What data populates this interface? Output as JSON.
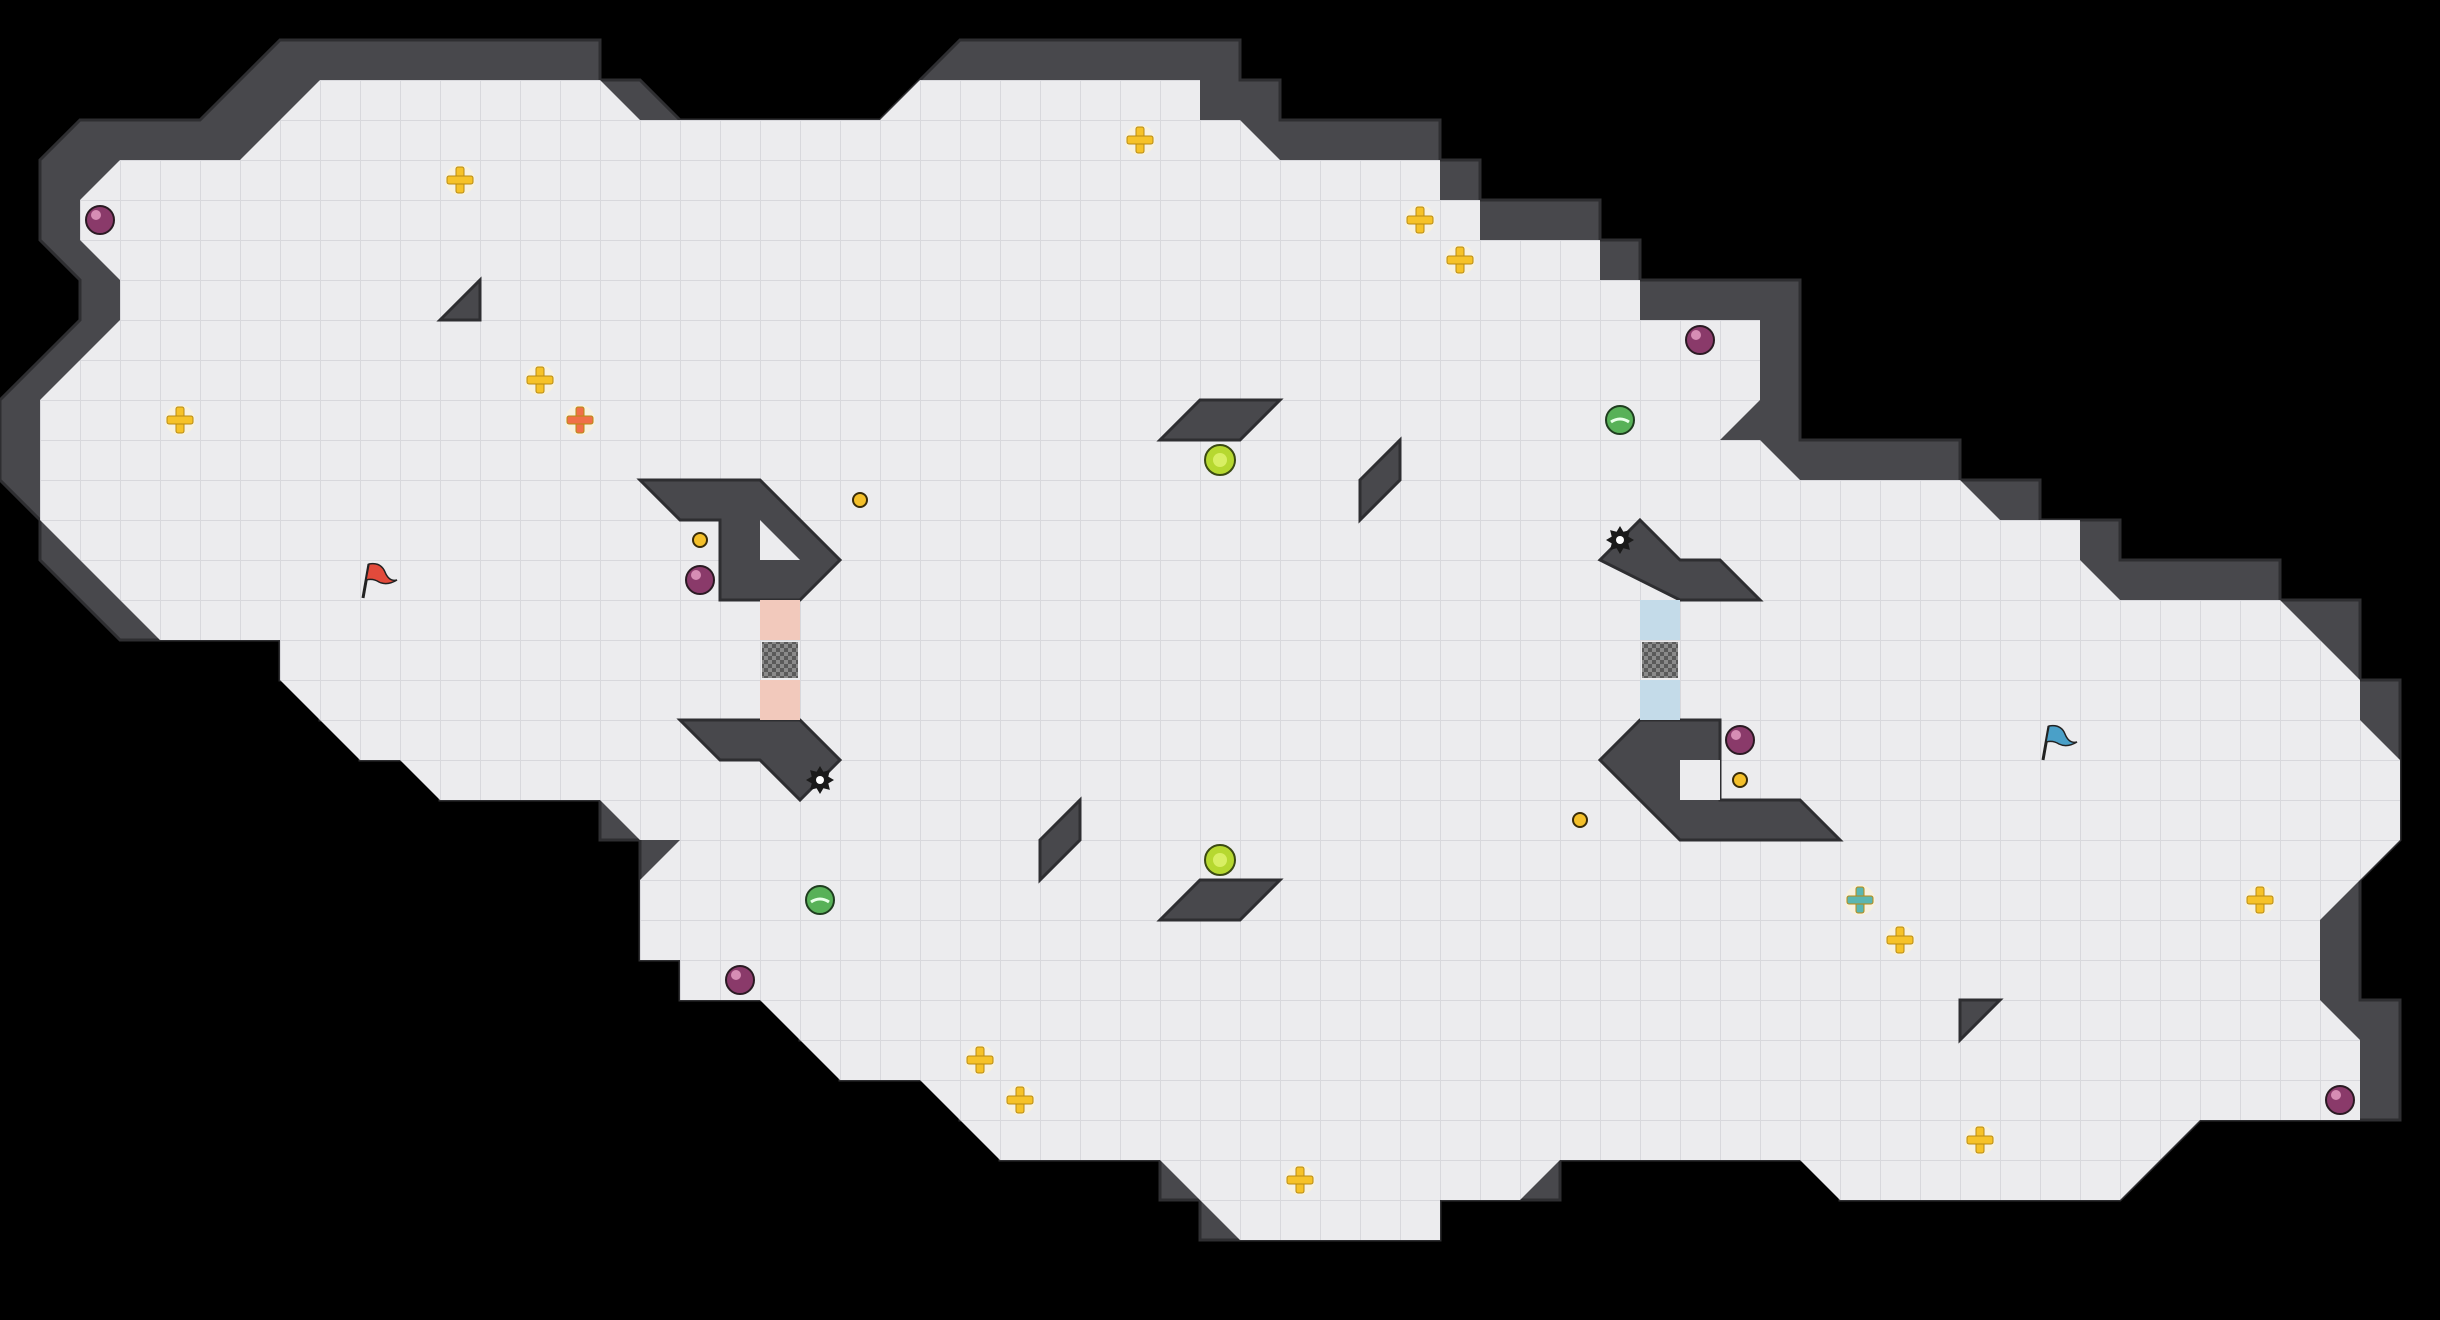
{
  "game": {
    "mode": "capture-the-flag",
    "colors": {
      "background": "#000000",
      "floor": "#ececee",
      "floor_grid": "#d8d8dc",
      "wall": "#48484c",
      "wall_edge": "#2e2e31",
      "red_team": "#e24a3b",
      "blue_team": "#4aa0c8",
      "red_gate": "#f2c9bc",
      "blue_gate": "#c4dbe9",
      "boost": "#f6c227",
      "red_boost": "#f07048",
      "blue_boost": "#5bb6b0",
      "bomb": "#8a3a6a",
      "powerup": "#b6d830",
      "jukejuice": "#58b158",
      "spike": "#1a1a1a",
      "button": "#f4c02a"
    },
    "tiles": {
      "red_flag": "red-flag",
      "blue_flag": "blue-flag",
      "boost": "yellow-boost",
      "red_boost": "red-team-boost",
      "blue_boost": "blue-team-boost",
      "bomb": "bomb",
      "powerup": "powerup",
      "jukejuice": "juke-juice",
      "spike": "spike",
      "button": "button",
      "gate": "gate"
    }
  }
}
